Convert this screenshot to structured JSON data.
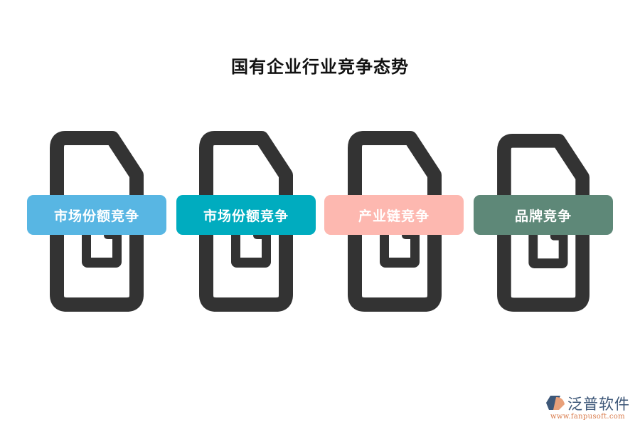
{
  "title": "国有企业行业竞争态势",
  "items": [
    {
      "label": "市场份额竞争",
      "color": "#58b6e3",
      "icon": "document-icon"
    },
    {
      "label": "市场份额竞争",
      "color": "#00acbf",
      "icon": "document-icon"
    },
    {
      "label": "产业链竞争",
      "color": "#fdb8b0",
      "icon": "document-icon"
    },
    {
      "label": "品牌竞争",
      "color": "#5e8878",
      "icon": "document-icon"
    }
  ],
  "icon_color": "#333333",
  "logo": {
    "name": "泛普软件",
    "url": "www.fanpusoft.com"
  }
}
